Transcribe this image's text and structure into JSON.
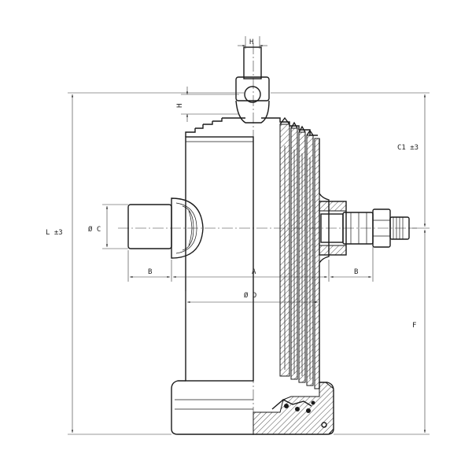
{
  "drawing": {
    "labels": {
      "H_top": "H",
      "H_side": "H",
      "C1": "C1 ±3",
      "C": "Ø C",
      "L": "L ±3",
      "B_left": "B",
      "A": "A",
      "B_right": "B",
      "D": "Ø D",
      "F": "F"
    },
    "colors": {
      "line": "#1a1a1a",
      "background": "#ffffff"
    }
  }
}
